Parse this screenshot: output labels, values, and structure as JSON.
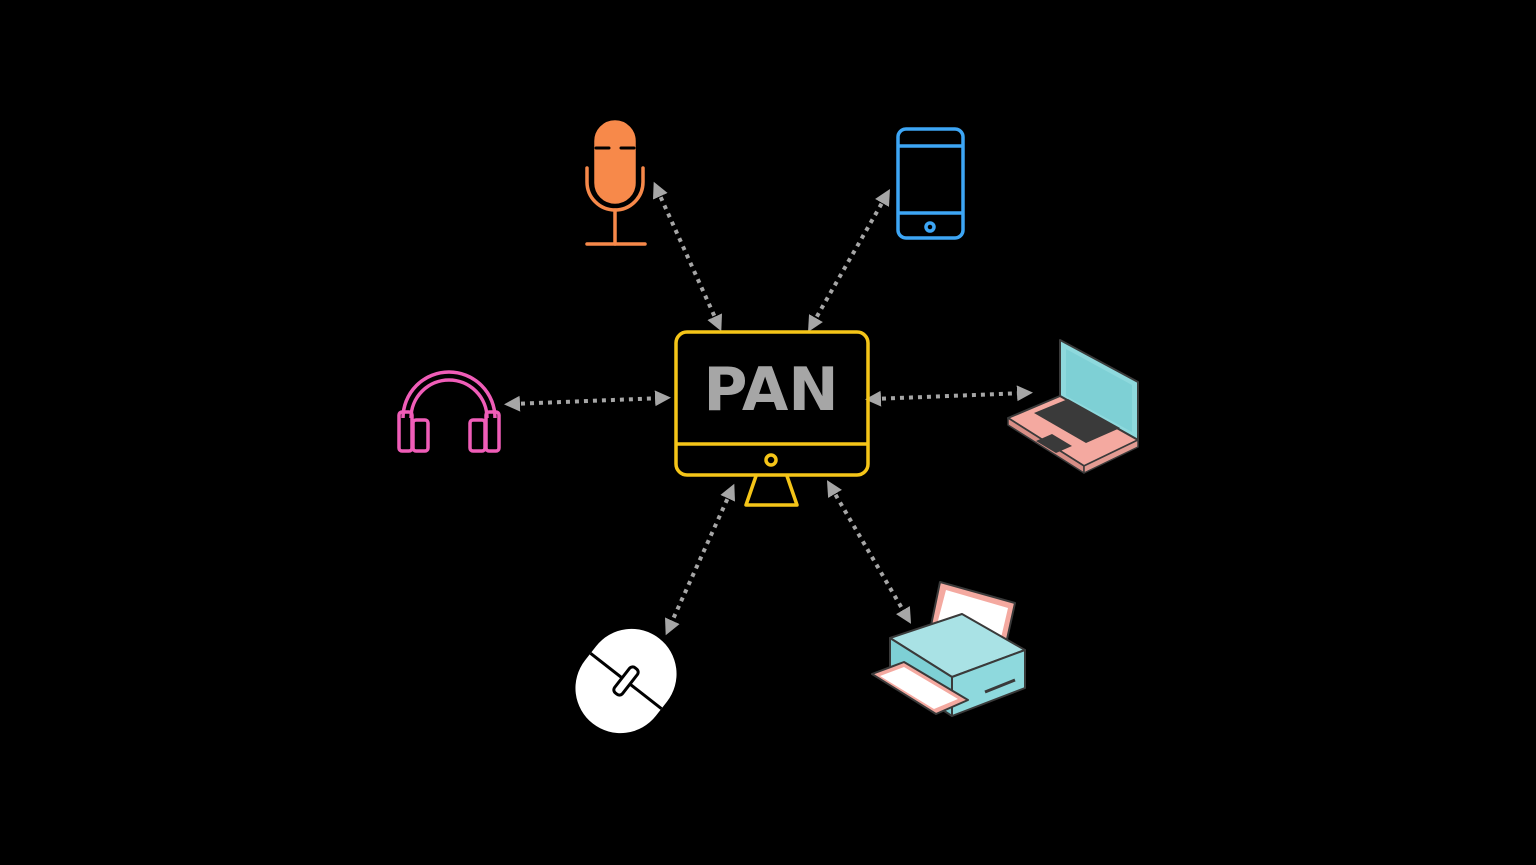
{
  "diagram": {
    "hub_label": "PAN",
    "hub": {
      "icon": "desktop-monitor-icon",
      "color": "#F5C518"
    },
    "label_color": "#A6A6A6",
    "connector_color": "#A6A6A6",
    "connector_style": "dotted, double-headed arrows",
    "devices": [
      {
        "id": "microphone",
        "icon": "microphone-icon",
        "color": "#F7894A",
        "position": "top-left"
      },
      {
        "id": "smartphone",
        "icon": "smartphone-icon",
        "color": "#3DA6F5",
        "position": "top-right"
      },
      {
        "id": "headphones",
        "icon": "headphones-icon",
        "color": "#F05DB8",
        "position": "left"
      },
      {
        "id": "laptop",
        "icon": "laptop-icon",
        "color": "#8ED9DD",
        "accent": "#F4A9A0",
        "position": "right"
      },
      {
        "id": "mouse",
        "icon": "mouse-icon",
        "color": "#FFFFFF",
        "position": "bottom-left"
      },
      {
        "id": "printer",
        "icon": "printer-icon",
        "color": "#8ED9DD",
        "accent": "#F4A9A0",
        "position": "bottom-right"
      }
    ]
  }
}
